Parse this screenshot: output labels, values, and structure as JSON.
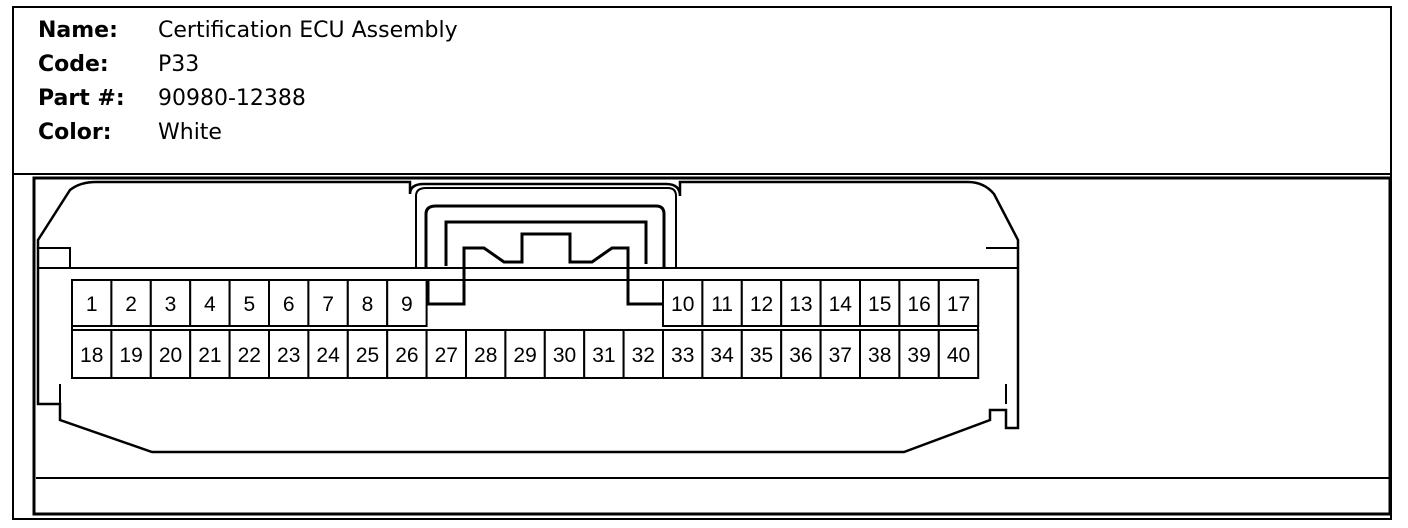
{
  "info": {
    "name_label": "Name:",
    "name_value": "Certification ECU Assembly",
    "code_label": "Code:",
    "code_value": "P33",
    "part_label": "Part #:",
    "part_value": "90980-12388",
    "color_label": "Color:",
    "color_value": "White"
  },
  "connector": {
    "pins_top_left": [
      "1",
      "2",
      "3",
      "4",
      "5",
      "6",
      "7",
      "8",
      "9"
    ],
    "pins_top_right": [
      "10",
      "11",
      "12",
      "13",
      "14",
      "15",
      "16",
      "17"
    ],
    "pins_bottom": [
      "18",
      "19",
      "20",
      "21",
      "22",
      "23",
      "24",
      "25",
      "26",
      "27",
      "28",
      "29",
      "30",
      "31",
      "32",
      "33",
      "34",
      "35",
      "36",
      "37",
      "38",
      "39",
      "40"
    ]
  }
}
